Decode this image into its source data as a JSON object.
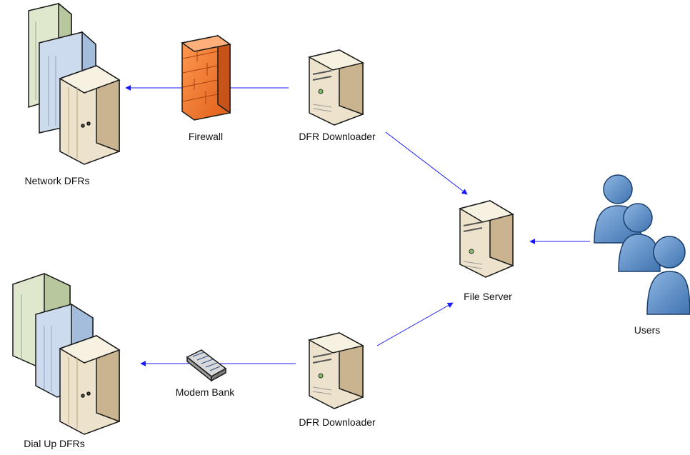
{
  "diagram": {
    "labels": {
      "network_dfrs": "Network DFRs",
      "firewall": "Firewall",
      "dfr_downloader_top": "DFR Downloader",
      "file_server": "File Server",
      "users": "Users",
      "dial_up_dfrs": "Dial Up DFRs",
      "modem_bank": "Modem Bank",
      "dfr_downloader_bottom": "DFR Downloader"
    },
    "colors": {
      "arrow": "#1a1aff",
      "server_light": "#ede3cc",
      "server_side": "#c9b48f",
      "server_top": "#f7f1e2",
      "rack_green": "#dfe8cc",
      "rack_blue": "#ccdcee",
      "firewall_front": "#f27a2e",
      "firewall_side": "#c6541a",
      "user_blue": "#5d8fc8",
      "outline": "#1a1a1a"
    },
    "icons": [
      "server-rack-stack-icon",
      "firewall-icon",
      "server-tower-icon",
      "modem-bank-icon",
      "users-group-icon"
    ]
  }
}
